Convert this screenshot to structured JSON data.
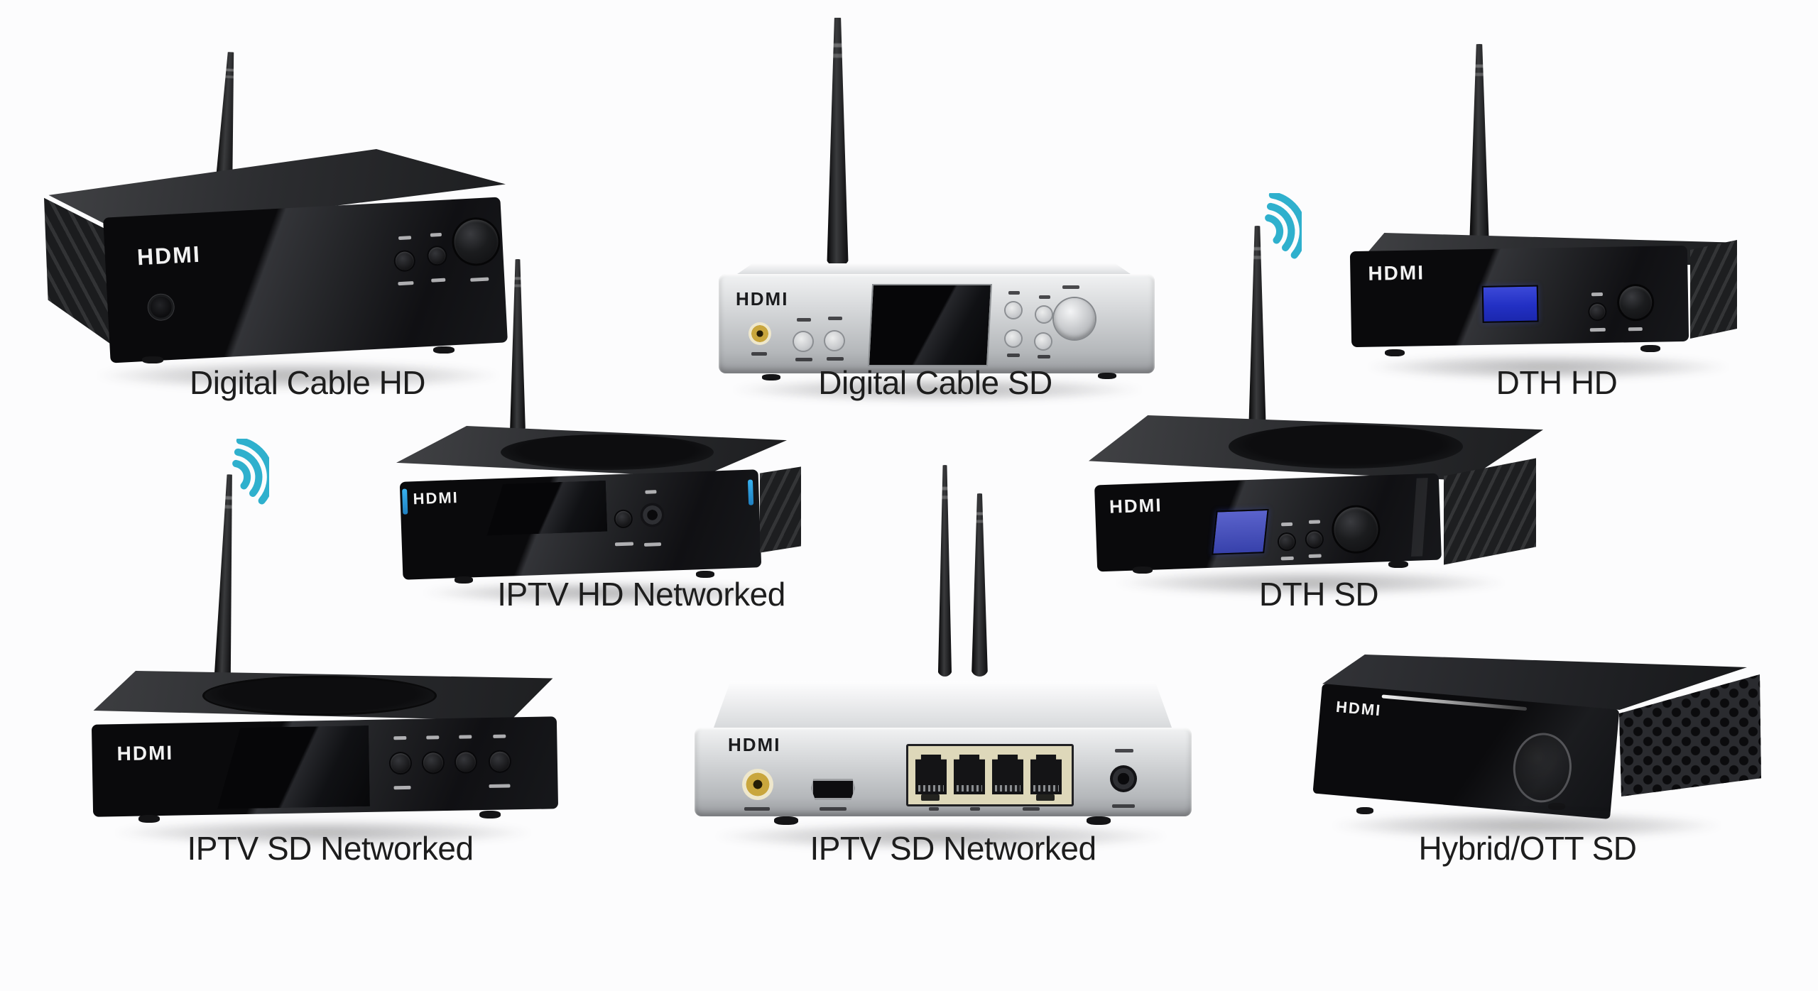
{
  "image": {
    "background": "#fcfcfd",
    "label_color": "#1d1d1d",
    "wifi_color": "#2fb0cd",
    "accent_blue": "#2f9fe0",
    "display_blue": "#2230c4",
    "silver_body": "#c6c8cb",
    "black_body": "#141416"
  },
  "products": [
    {
      "id": "digital-cable-hd",
      "label": "Digital Cable HD",
      "logo": "HDMI"
    },
    {
      "id": "digital-cable-sd",
      "label": "Digital Cable SD",
      "logo": "HDMI"
    },
    {
      "id": "dth-hd",
      "label": "DTH HD",
      "logo": "HDMI"
    },
    {
      "id": "iptv-hd-networked",
      "label": "IPTV HD Networked",
      "logo": "HDMI"
    },
    {
      "id": "dth-sd",
      "label": "DTH SD",
      "logo": "HDMI"
    },
    {
      "id": "iptv-sd-networked-wifi",
      "label": "IPTV SD Networked",
      "logo": "HDMI"
    },
    {
      "id": "iptv-sd-networked-lan",
      "label": "IPTV SD Networked",
      "logo": "HDMI"
    },
    {
      "id": "hybrid-ott-sd",
      "label": "Hybrid/OTT SD",
      "logo": "HDMI"
    }
  ]
}
